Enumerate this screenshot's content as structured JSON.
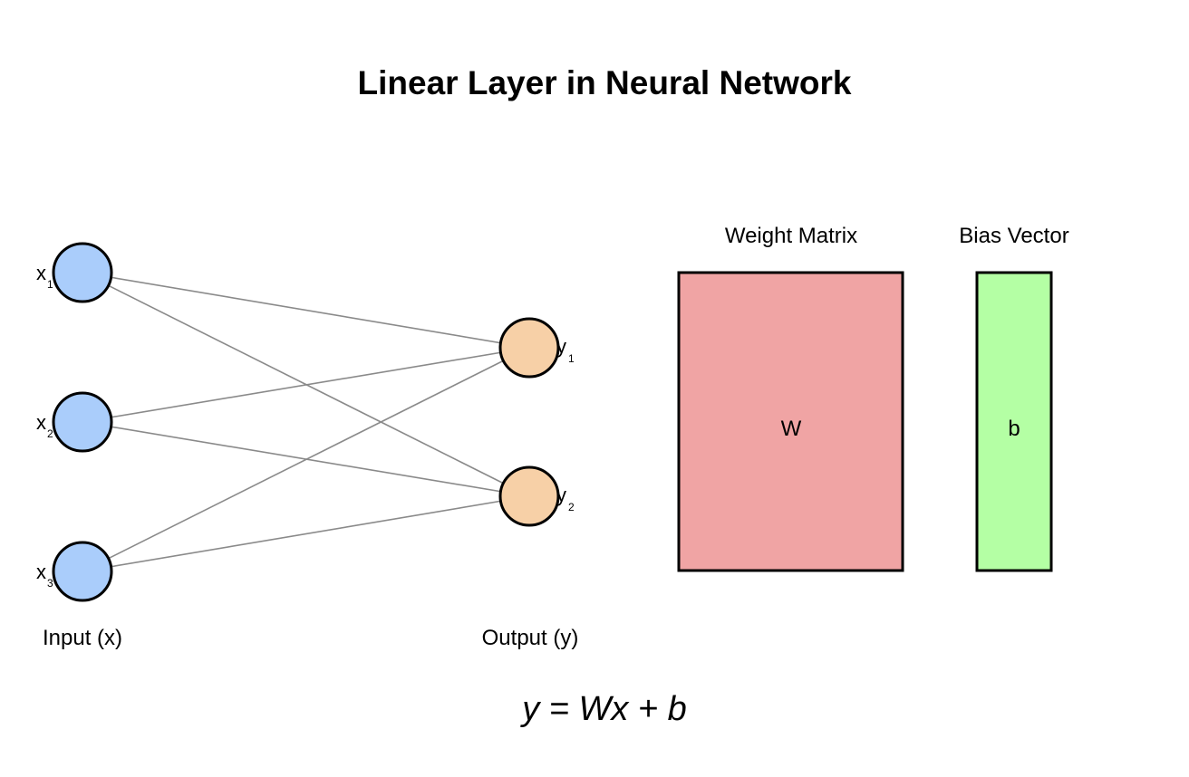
{
  "title": "Linear Layer in Neural Network",
  "colors": {
    "input_node": "#aacdfb",
    "output_node": "#f7d0a7",
    "weight_box": "#f0a4a4",
    "bias_box": "#b4ffa4",
    "edge": "#8a8a8a"
  },
  "inputs": {
    "label": "Input (x)",
    "nodes": [
      {
        "name": "x",
        "sub": "1"
      },
      {
        "name": "x",
        "sub": "2"
      },
      {
        "name": "x",
        "sub": "3"
      }
    ]
  },
  "outputs": {
    "label": "Output (y)",
    "nodes": [
      {
        "name": "y",
        "sub": "1"
      },
      {
        "name": "y",
        "sub": "2"
      }
    ]
  },
  "weight": {
    "heading": "Weight Matrix",
    "symbol": "W"
  },
  "bias": {
    "heading": "Bias Vector",
    "symbol": "b"
  },
  "formula": "y = Wx + b"
}
